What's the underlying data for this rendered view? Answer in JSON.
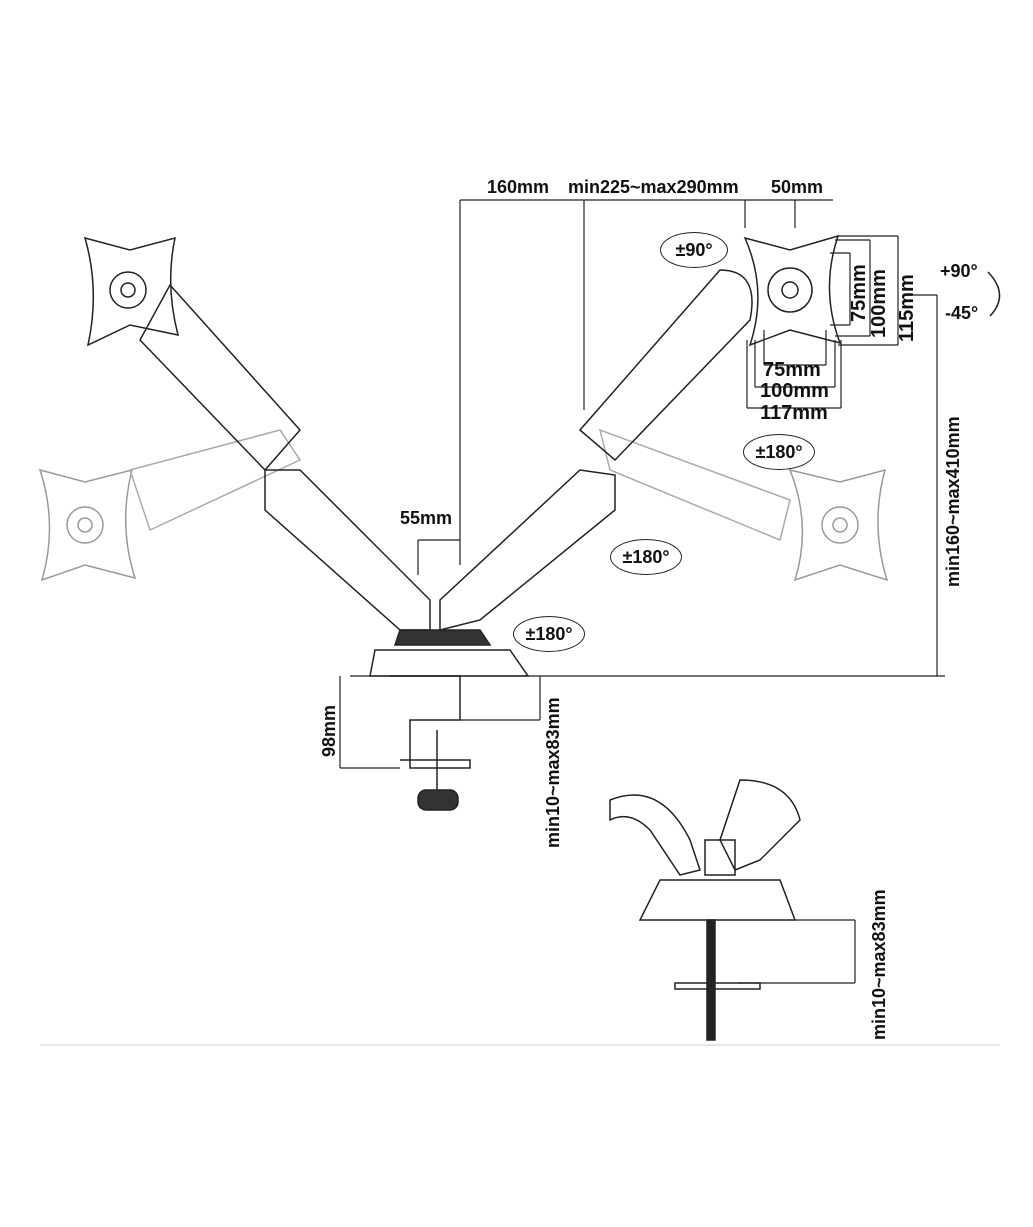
{
  "dimensions": {
    "arm_offset": "160mm",
    "arm_reach": "min225~max290mm",
    "head_offset": "50mm",
    "pole_gap": "55mm",
    "height_range": "min160~max410mm",
    "clamp_depth": "98mm",
    "clamp_desk_thickness": "min10~max83mm",
    "grommet_desk_thickness": "min10~max83mm"
  },
  "vesa": {
    "vertical": [
      "75mm",
      "100mm",
      "115mm"
    ],
    "horizontal": [
      "75mm",
      "100mm",
      "117mm"
    ]
  },
  "rotations": {
    "swivel_head": "±90°",
    "tilt_up": "+90°",
    "tilt_down": "-45°",
    "rotate_head": "±180°",
    "rotate_elbow": "±180°",
    "rotate_base": "±180°"
  }
}
